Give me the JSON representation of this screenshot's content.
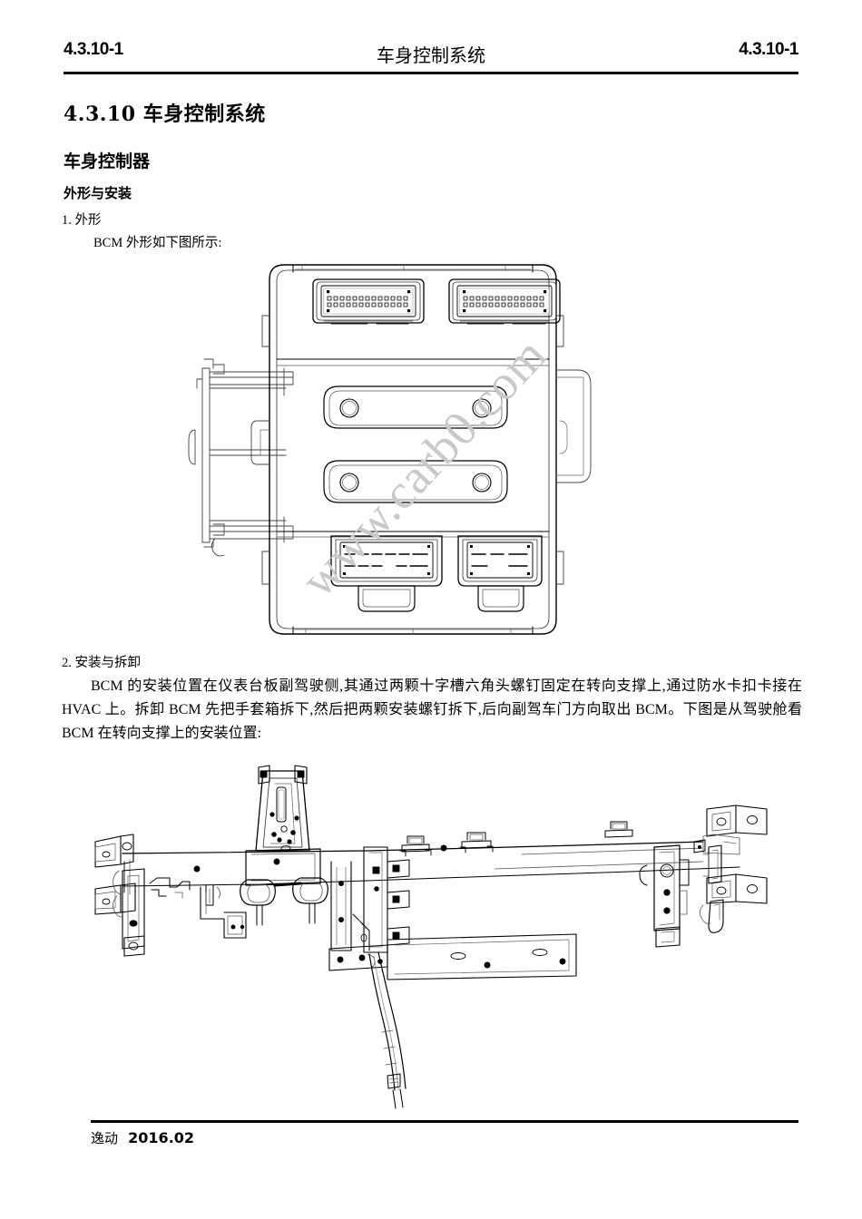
{
  "header": {
    "left_code": "4.3.10-1",
    "center_title": "车身控制系统",
    "right_code": "4.3.10-1"
  },
  "content": {
    "section_heading": "4.3.10  车身控制系统",
    "sub_heading": "车身控制器",
    "sub_heading_2": "外形与安装",
    "item_1_label": "1. 外形",
    "item_1_text": "BCM 外形如下图所示:",
    "item_2_label": "2. 安装与拆卸",
    "item_2_paragraph": "BCM 的安装位置在仪表台板副驾驶侧,其通过两颗十字槽六角头螺钉固定在转向支撑上,通过防水卡扣卡接在 HVAC 上。拆卸 BCM 先把手套箱拆下,然后把两颗安装螺钉拆下,后向副驾车门方向取出 BCM。下图是从驾驶舱看 BCM 在转向支撑上的安装位置:"
  },
  "figures": {
    "bcm_outline": {
      "name": "BCM 外形图",
      "top_connectors": 2,
      "bottom_connectors": 2,
      "mounting_slots": 2,
      "mounting_holes": 4
    },
    "cross_car_beam": {
      "name": "转向支撑安装位置图"
    }
  },
  "watermark": {
    "text": "www.carb0.com",
    "color": "#c9c9c9"
  },
  "footer": {
    "model": "逸动",
    "date": "2016.02"
  },
  "colors": {
    "ink": "#000000",
    "rule": "#000000",
    "line_light": "#555555",
    "watermark": "#c9c9c9"
  }
}
